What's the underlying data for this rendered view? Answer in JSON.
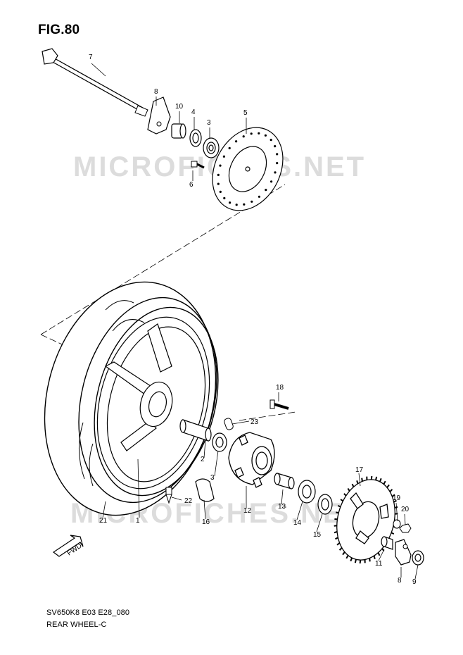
{
  "figure": {
    "title": "FIG.80",
    "model_code": "SV650K8 E03 E28_080",
    "section_name": "REAR WHEEL-C"
  },
  "watermark": "MICROFICHES.NET",
  "direction_label": "FWD",
  "callouts": [
    "7",
    "8",
    "10",
    "4",
    "3",
    "5",
    "6",
    "18",
    "23",
    "2",
    "3",
    "12",
    "13",
    "14",
    "15",
    "17",
    "19",
    "20",
    "22",
    "16",
    "21",
    "1",
    "11",
    "8",
    "9"
  ]
}
